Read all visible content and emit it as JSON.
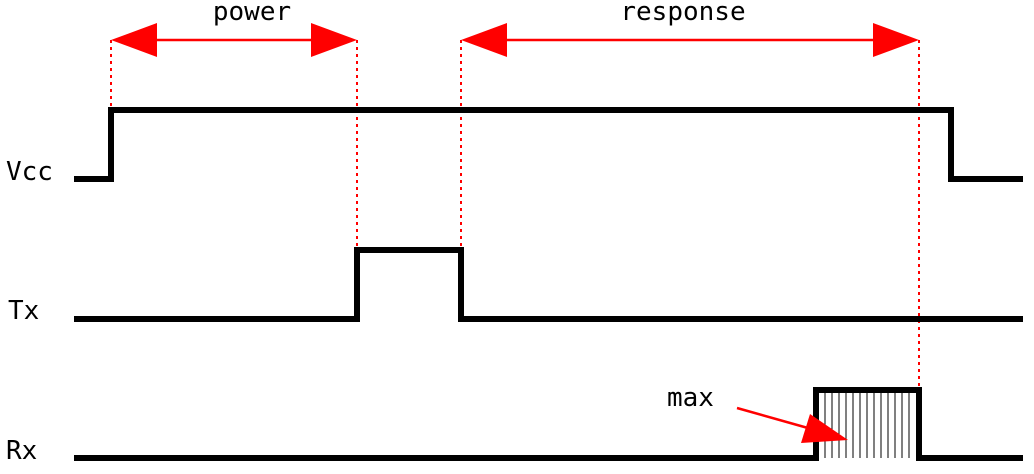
{
  "signals": {
    "vcc": "Vcc",
    "tx": "Tx",
    "rx": "Rx"
  },
  "annotations": {
    "power": "power",
    "response": "response",
    "max": "max"
  },
  "colors": {
    "signal": "#000000",
    "annotation": "#ff0000",
    "background": "#ffffff"
  }
}
